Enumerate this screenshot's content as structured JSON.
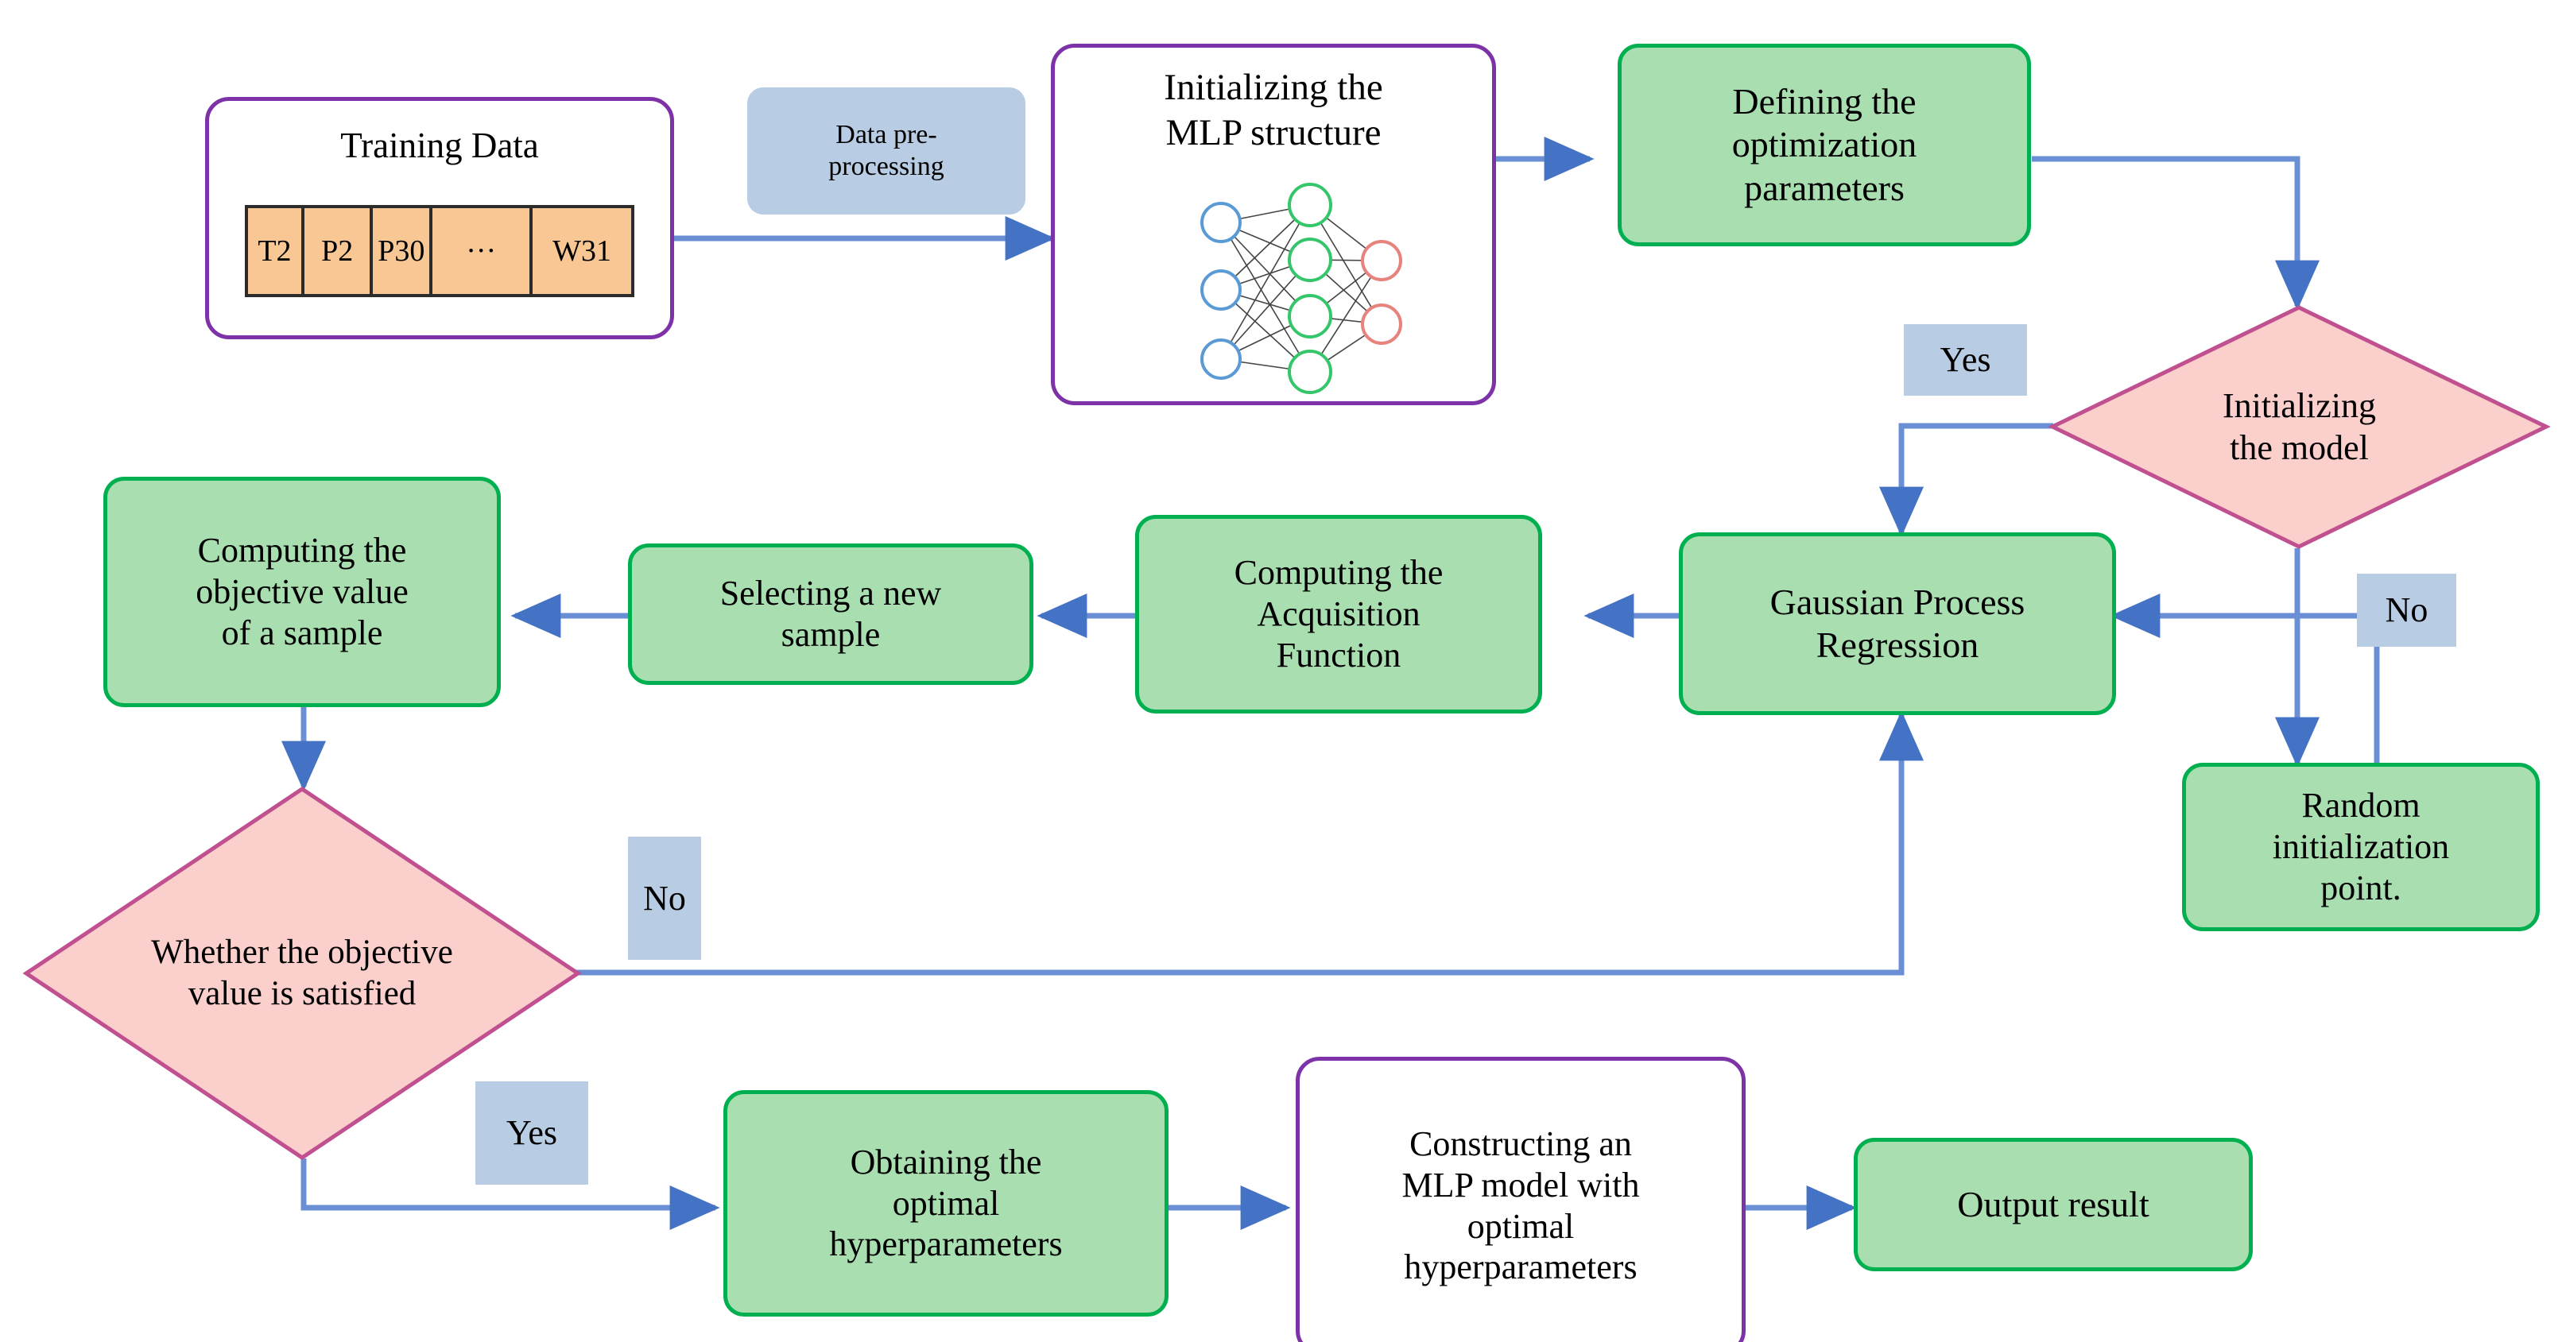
{
  "diagram": {
    "title": "MLP hyperparameter optimization flowchart",
    "colors": {
      "process_fill": "#a9dfb0",
      "process_border": "#00b050",
      "decision_fill": "#fbcfcb",
      "decision_border": "#c0508f",
      "tag_fill": "#b8cce4",
      "purple_border": "#7e32a8",
      "arrow": "#4472c4",
      "table_fill": "#f8c793",
      "table_border": "#2b2b2b",
      "mlp_input_node": "#5b9bd5",
      "mlp_hidden_node": "#35c56a",
      "mlp_output_node": "#e8827c"
    },
    "nodes": {
      "training_data": {
        "label": "Training Data",
        "shape": "rounded-rect-purple"
      },
      "data_preprocessing": {
        "label": "Data pre-\nprocessing",
        "shape": "tag"
      },
      "init_mlp": {
        "label": "Initializing the\nMLP structure",
        "shape": "rounded-rect-purple"
      },
      "defining_params": {
        "label": "Defining the\noptimization\nparameters",
        "shape": "process"
      },
      "init_model": {
        "label": "Initializing\nthe model",
        "shape": "decision"
      },
      "yes_top": {
        "label": "Yes",
        "shape": "tag"
      },
      "no_top": {
        "label": "No",
        "shape": "tag"
      },
      "random_init": {
        "label": "Random\ninitialization\npoint.",
        "shape": "process"
      },
      "gpr": {
        "label": "Gaussian Process\nRegression",
        "shape": "process"
      },
      "acquisition": {
        "label": "Computing the\nAcquisition\nFunction",
        "shape": "process"
      },
      "select_sample": {
        "label": "Selecting a new\nsample",
        "shape": "process"
      },
      "objective_value": {
        "label": "Computing the\nobjective value\nof a sample",
        "shape": "process"
      },
      "whether_satisfied": {
        "label": "Whether the objective\nvalue is satisfied",
        "shape": "decision"
      },
      "no_bottom": {
        "label": "No",
        "shape": "tag"
      },
      "yes_bottom": {
        "label": "Yes",
        "shape": "tag"
      },
      "obtaining_optimal": {
        "label": "Obtaining the\noptimal\nhyperparameters",
        "shape": "process"
      },
      "constructing_mlp": {
        "label": "Constructing an\nMLP model with\noptimal\nhyperparameters",
        "shape": "rounded-rect-purple"
      },
      "output_result": {
        "label": "Output result",
        "shape": "process"
      }
    },
    "training_data_table": {
      "cells": [
        "T2",
        "P2",
        "P30",
        "···",
        "W31"
      ]
    },
    "mlp_structure": {
      "input_nodes": 3,
      "hidden_nodes": 4,
      "output_nodes": 2
    }
  }
}
